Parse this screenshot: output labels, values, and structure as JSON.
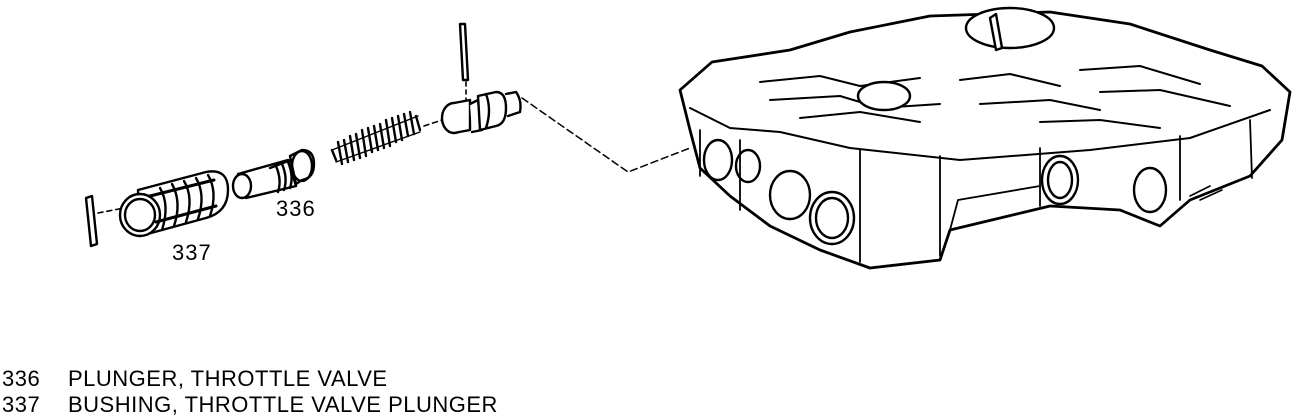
{
  "callouts": {
    "part_336": "336",
    "part_337": "337"
  },
  "legend": [
    {
      "number": "336",
      "description": "PLUNGER, THROTTLE VALVE"
    },
    {
      "number": "337",
      "description": "BUSHING, THROTTLE VALVE PLUNGER"
    }
  ]
}
